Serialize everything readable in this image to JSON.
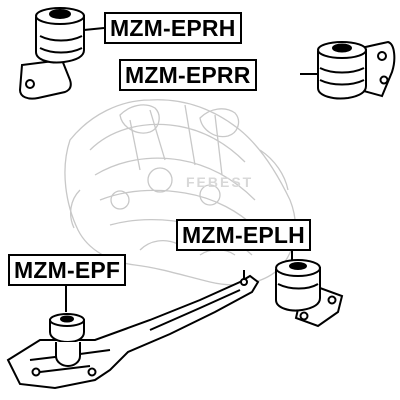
{
  "labels": {
    "eprh": "MZM-EPRH",
    "eprr": "MZM-EPRR",
    "eplh": "MZM-EPLH",
    "epf": "MZM-EPF"
  },
  "colors": {
    "ink": "#000000",
    "engine_line": "#c8c8c8",
    "background": "#ffffff"
  }
}
